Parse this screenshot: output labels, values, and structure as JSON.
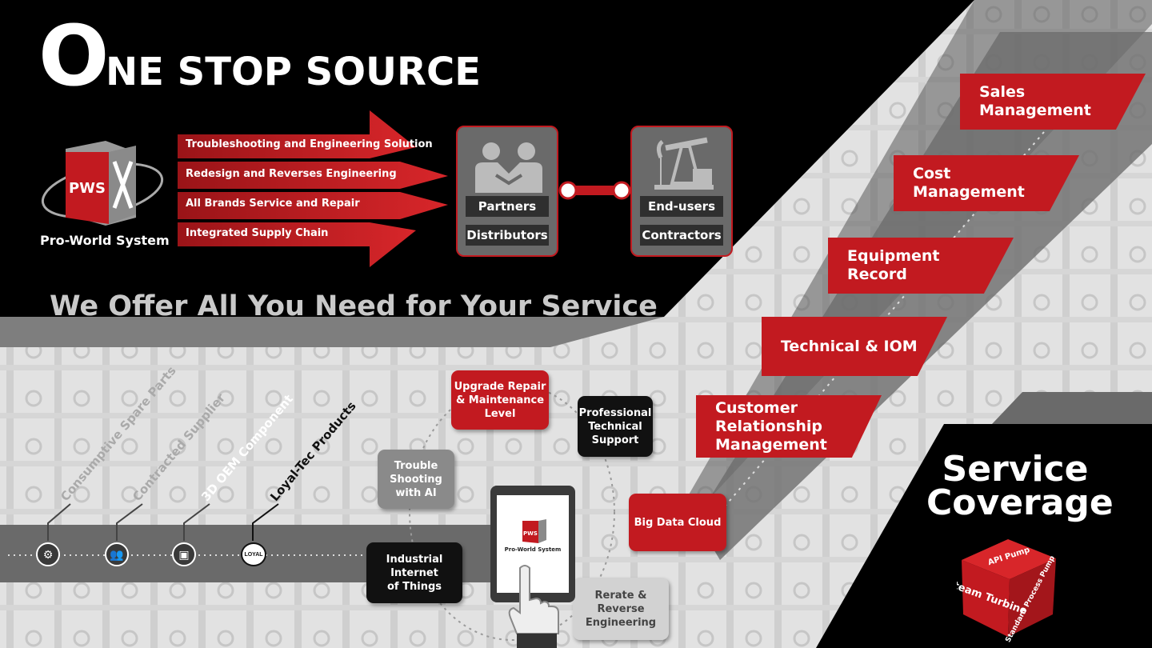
{
  "title": {
    "big_letter": "O",
    "rest": "NE STOP SOURCE"
  },
  "logo": {
    "brand": "PWS",
    "caption": "Pro-World System"
  },
  "arrows": [
    "Troubleshooting and Engineering Solution",
    "Redesign and Reverses Engineering",
    "All Brands Service and Repair",
    "Integrated Supply Chain"
  ],
  "partners_box": {
    "line1": "Partners",
    "line2": "Distributors"
  },
  "endusers_box": {
    "line1": "End-users",
    "line2": "Contractors"
  },
  "offer_text": "We Offer All You Need for Your Service",
  "right_panels": [
    {
      "line1": "Sales",
      "line2": "Management"
    },
    {
      "line1": "Cost",
      "line2": "Management"
    },
    {
      "line1": "Equipment",
      "line2": "Record"
    },
    {
      "line1": "Technical & IOM",
      "line2": ""
    },
    {
      "line1": "Customer",
      "line2": "Relationship",
      "line3": "Management"
    }
  ],
  "diagonal_labels": [
    "Consumptive Spare Parts",
    "Contracted Supplier",
    "3D OEM Component",
    "Loyal-Tec Products"
  ],
  "timeline_icons": [
    "gear-icon",
    "people-icon",
    "3d-box-icon",
    "loyal-logo-icon"
  ],
  "loyal_icon_text": "LOYAL",
  "nodes": {
    "upgrade": {
      "l1": "Upgrade Repair",
      "l2": "& Maintenance",
      "l3": "Level"
    },
    "professional": {
      "l1": "Professional",
      "l2": "Technical",
      "l3": "Support"
    },
    "trouble": {
      "l1": "Trouble",
      "l2": "Shooting",
      "l3": "with AI"
    },
    "bigdata": {
      "l1": "Big Data Cloud"
    },
    "iiot": {
      "l1": "Industrial",
      "l2": "Internet",
      "l3": "of  Things"
    },
    "rerate": {
      "l1": "Rerate &",
      "l2": "Reverse",
      "l3": "Engineering"
    }
  },
  "tablet": {
    "brand": "PWS",
    "caption": "Pro-World System"
  },
  "service": {
    "line1": "Service",
    "line2": "Coverage"
  },
  "cube": {
    "top": "API Pump",
    "left": "Steam Turbine",
    "right": "Standard Process Pump"
  },
  "colors": {
    "brand_red": "#c21a20",
    "black": "#000000",
    "grey": "#6a6a6a"
  }
}
